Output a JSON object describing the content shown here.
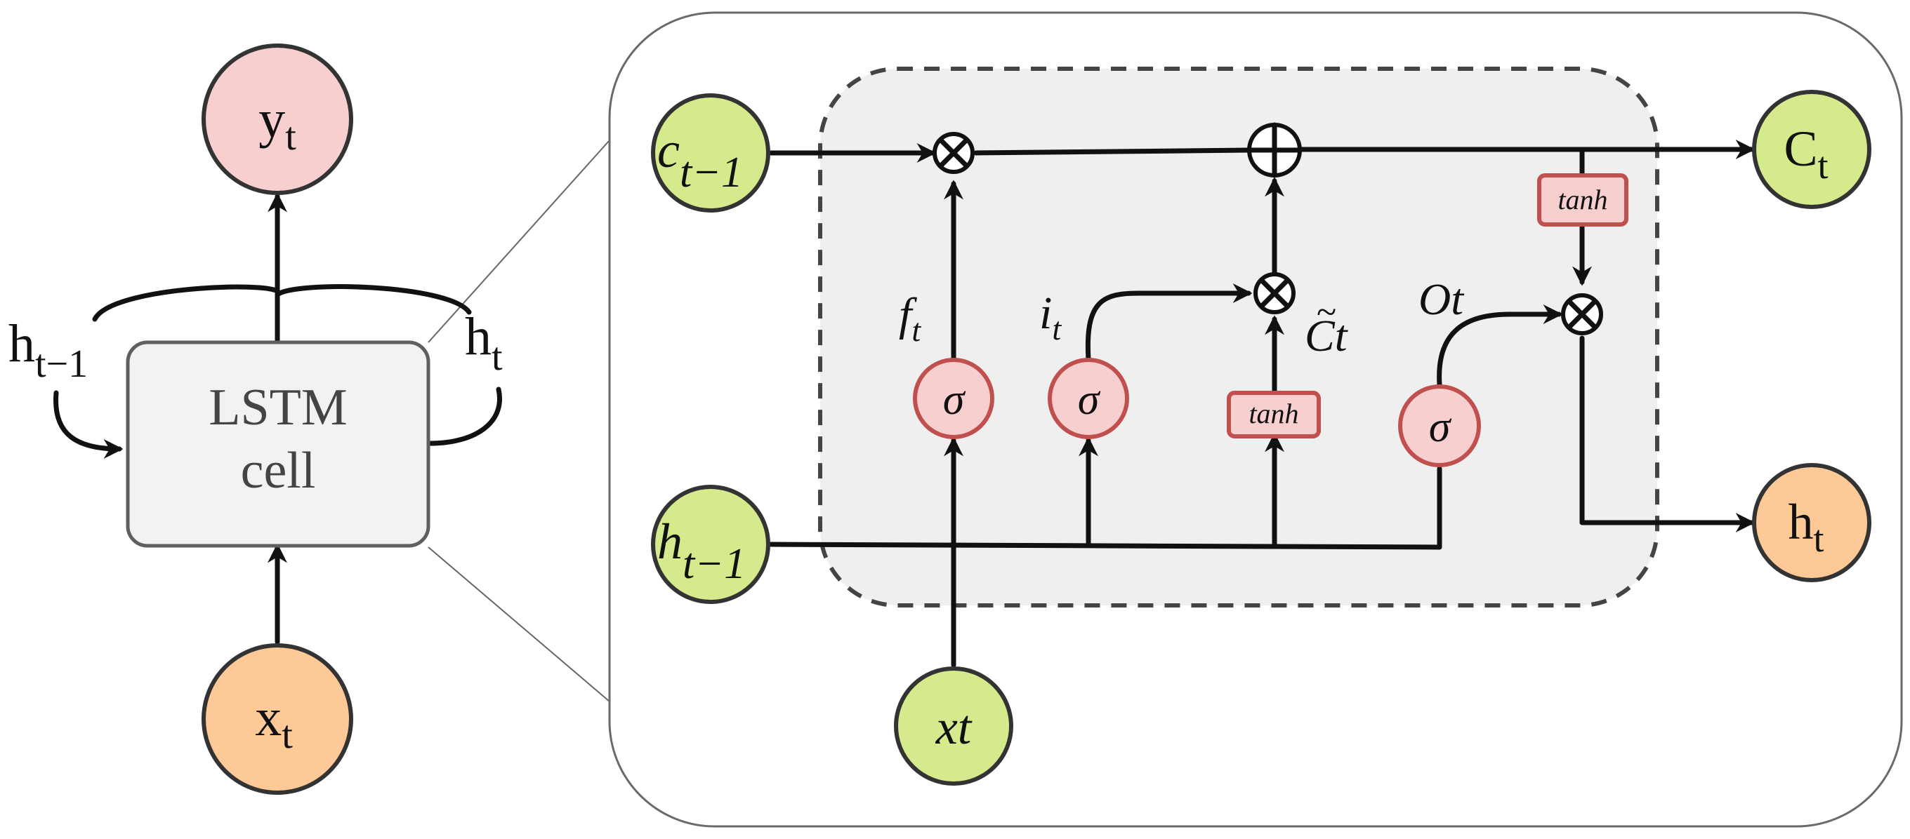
{
  "left_view": {
    "cell_label_line1": "LSTM",
    "cell_label_line2": "cell",
    "output": {
      "base": "y",
      "sub": "t"
    },
    "input": {
      "base": "x",
      "sub": "t"
    },
    "prev_hidden": {
      "base": "h",
      "sub": "t−1"
    },
    "next_hidden": {
      "base": "h",
      "sub": "t"
    }
  },
  "detail_view": {
    "inputs": {
      "prev_cell": {
        "base": "c",
        "sub": "t−1"
      },
      "prev_hidden": {
        "base": "h",
        "sub": "t−1"
      },
      "current_input": {
        "text": "xt"
      }
    },
    "outputs": {
      "cell_state": {
        "base": "C",
        "sub": "t"
      },
      "hidden_state": {
        "base": "h",
        "sub": "t"
      }
    },
    "gate_labels": {
      "forget": {
        "base": "f",
        "sub": "t"
      },
      "input": {
        "base": "i",
        "sub": "t"
      },
      "candidate": {
        "tilde": "~",
        "text": "Ct"
      },
      "output": {
        "text": "Ot"
      }
    },
    "sigma_symbol": "σ",
    "tanh_label": "tanh",
    "multiply_symbol": "⊗",
    "add_symbol": "⊕"
  },
  "colors": {
    "green_node": "#d4ea8c",
    "orange_node": "#fdc996",
    "pink_node": "#f8cfcf",
    "pink_stroke": "#c0504d",
    "cell_fill": "#f2f2f2",
    "inner_fill": "#efefef",
    "line": "#111111"
  }
}
